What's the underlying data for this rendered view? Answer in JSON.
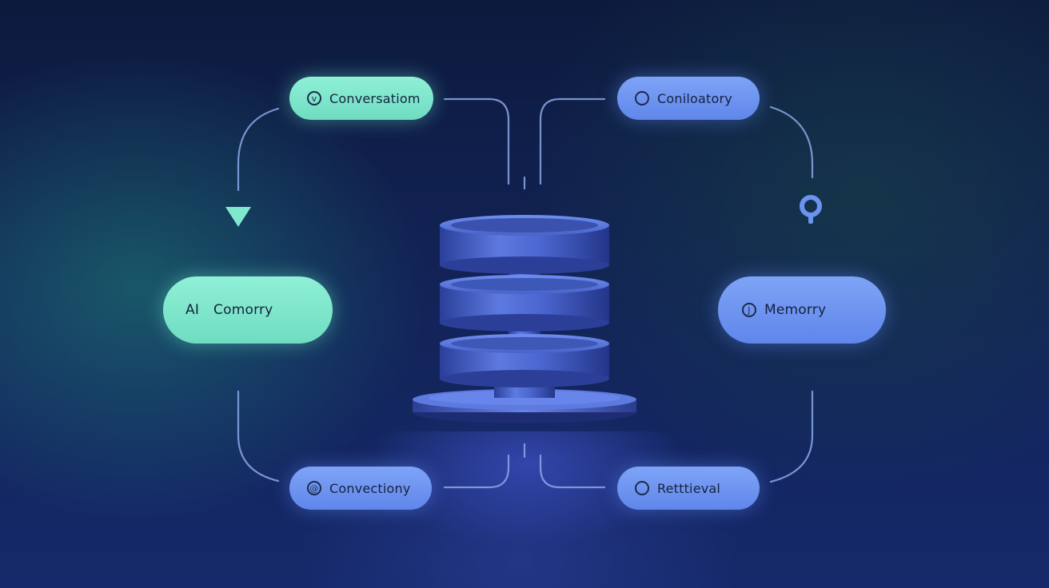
{
  "nodes": {
    "conversation": {
      "label": "Conversatiom",
      "icon": "v"
    },
    "contributory": {
      "label": "Coniloatory",
      "icon": ""
    },
    "ai_memory": {
      "prefix": "AI",
      "label": "Comorry"
    },
    "memory": {
      "label": "Memorry",
      "icon": "J"
    },
    "connectivity": {
      "label": "Convectiony",
      "icon": "@"
    },
    "retrieval": {
      "label": "Retttieval",
      "icon": ""
    }
  },
  "colors": {
    "teal": "#7fe8cd",
    "blue": "#6b93f0",
    "line": "#8aa8e8",
    "background": "#101d44"
  }
}
